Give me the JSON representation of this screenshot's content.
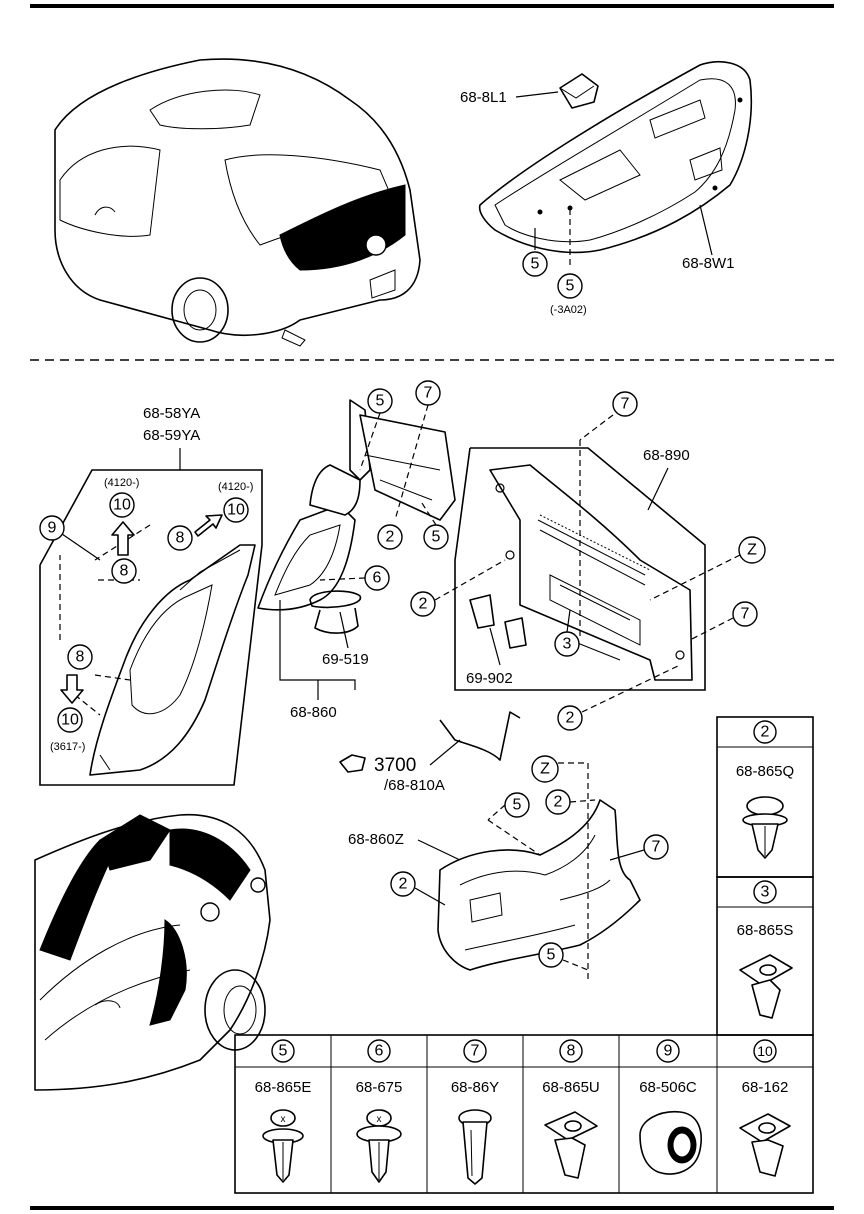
{
  "callouts": {
    "c1": "68-8L1",
    "c2": "68-8W1",
    "c3": "(-3A02)",
    "c4": "68-58YA",
    "c5": "68-59YA",
    "c6": "(4120-)",
    "c7": "(4120-)",
    "c8": "(3617-)",
    "c9": "69-519",
    "c10": "68-860",
    "c11": "68-890",
    "c12": "69-902",
    "c13": "3700",
    "c14": "/68-810A",
    "c15": "68-860Z"
  },
  "ref_numbers": {
    "n2": "2",
    "n3": "3",
    "n5": "5",
    "n6": "6",
    "n7": "7",
    "n8": "8",
    "n9": "9",
    "n10": "10",
    "nZ": "Z"
  },
  "fastener_table": [
    {
      "ref": "2",
      "part": "68-865Q"
    },
    {
      "ref": "3",
      "part": "68-865S"
    },
    {
      "ref": "5",
      "part": "68-865E"
    },
    {
      "ref": "6",
      "part": "68-675"
    },
    {
      "ref": "7",
      "part": "68-86Y"
    },
    {
      "ref": "8",
      "part": "68-865U"
    },
    {
      "ref": "9",
      "part": "68-506C"
    },
    {
      "ref": "10",
      "part": "68-162"
    }
  ]
}
